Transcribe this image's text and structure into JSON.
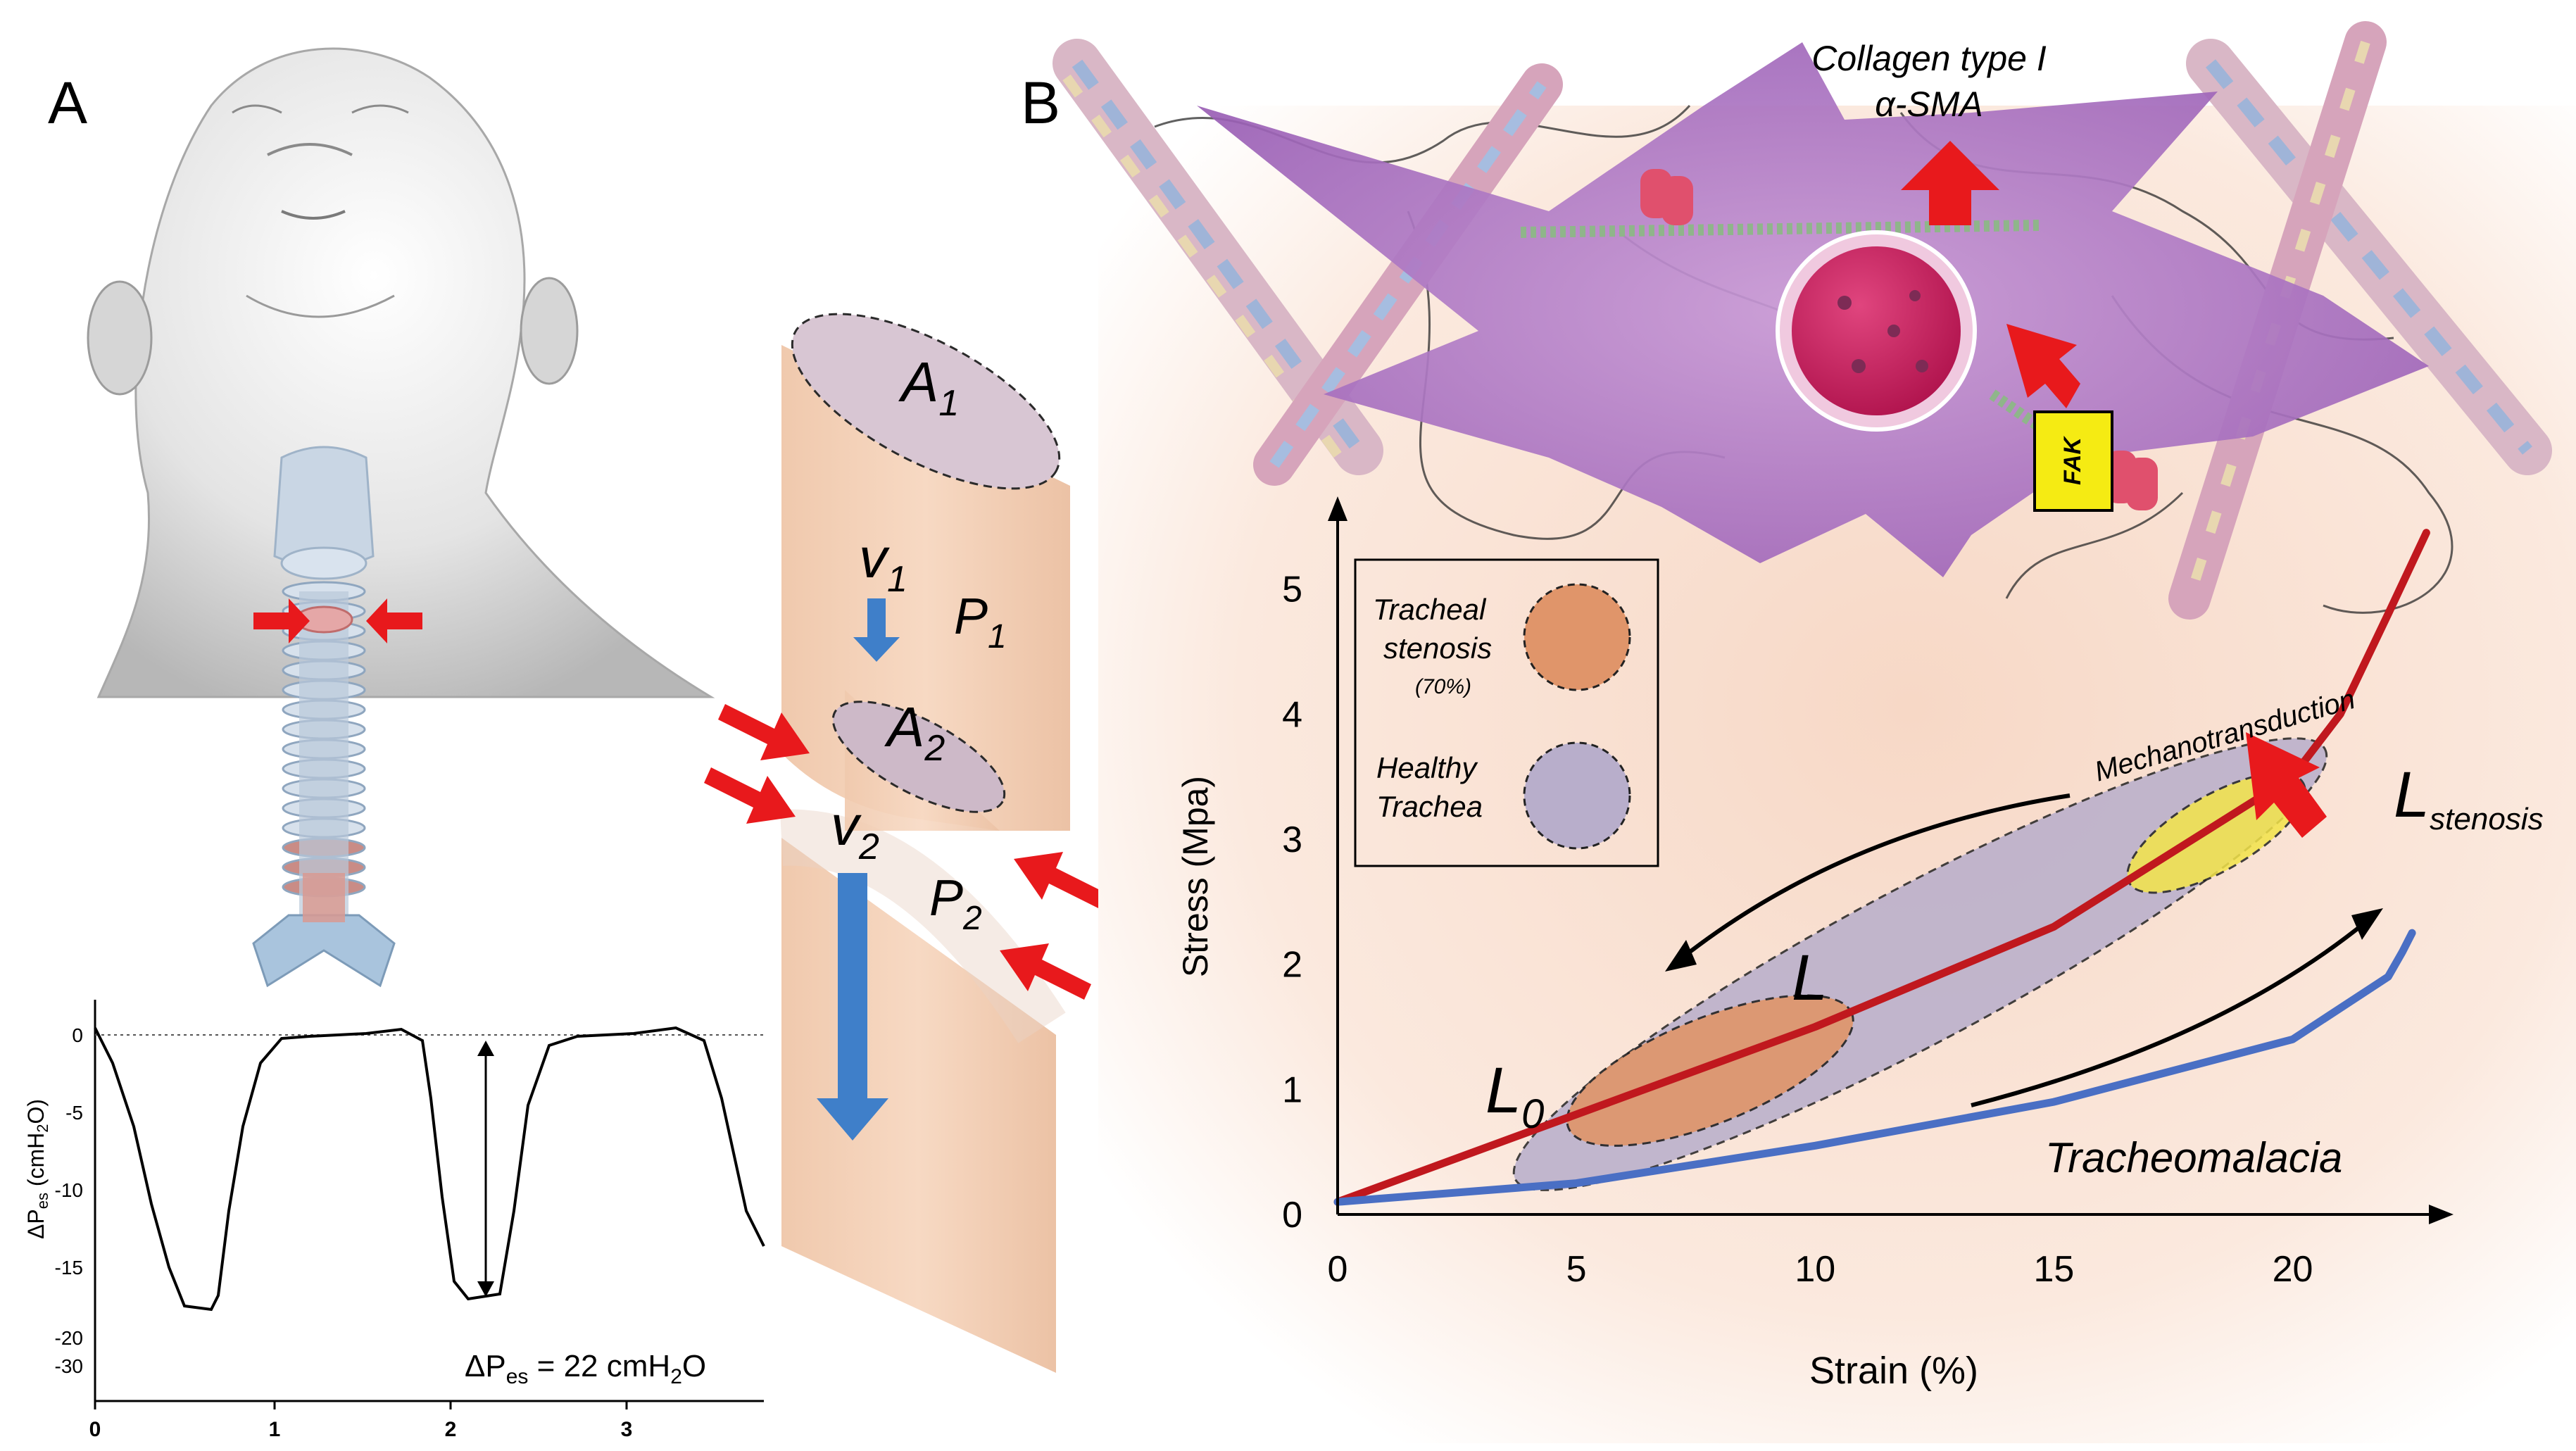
{
  "panel_a": {
    "label": "A",
    "tube": {
      "a1": "A",
      "a1_sub": "1",
      "v1": "v",
      "v1_sub": "1",
      "p1": "P",
      "p1_sub": "1",
      "a2": "A",
      "a2_sub": "2",
      "v2": "v",
      "v2_sub": "2",
      "p2": "P",
      "p2_sub": "2"
    },
    "pressure_plot": {
      "ylabel_main": "ΔP",
      "ylabel_sub": "es",
      "ylabel_unit": " (cmH",
      "ylabel_unit_sub": "2",
      "ylabel_close": "O)",
      "annotation_main": "ΔP",
      "annotation_sub": "es",
      "annotation_value": " = 22 cmH",
      "annotation_sub2": "2",
      "annotation_end": "O",
      "y_ticks": [
        "0",
        "-5",
        "-10",
        "-15",
        "-20",
        "-30"
      ],
      "x_ticks": [
        "0",
        "1",
        "2",
        "3"
      ]
    }
  },
  "panel_b": {
    "label": "B",
    "cell_labels": {
      "collagen_line1": "Collagen type I",
      "collagen_line2": "α-SMA",
      "fak": "FAK",
      "mechanotransduction": "Mechanotransduction"
    },
    "legend": {
      "stenosis_line1": "Tracheal",
      "stenosis_line2": "stenosis",
      "stenosis_line3": "(70%)",
      "healthy_line1": "Healthy",
      "healthy_line2": "Trachea"
    },
    "curve_labels": {
      "l0_main": "L",
      "l0_sub": "0",
      "l": "L",
      "lstenosis_main": "L",
      "lstenosis_sub": "stenosis",
      "tracheomalacia": "Tracheomalacia"
    },
    "chart_data": {
      "type": "line",
      "xlabel": "Strain (%)",
      "ylabel": "Stress (Mpa)",
      "xlim": [
        0,
        23
      ],
      "ylim": [
        0,
        5.6
      ],
      "x_ticks": [
        "0",
        "5",
        "10",
        "15",
        "20"
      ],
      "y_ticks": [
        "0",
        "1",
        "2",
        "3",
        "4",
        "5"
      ],
      "series": [
        {
          "color": "#c0181e",
          "x": [
            0,
            5,
            10,
            15,
            20,
            21,
            22,
            22.8
          ],
          "y": [
            0.1,
            0.8,
            1.5,
            2.3,
            3.5,
            4.0,
            4.8,
            5.45
          ]
        },
        {
          "color": "#4a6fc4",
          "x": [
            0,
            5,
            10,
            15,
            20,
            22,
            22.3,
            22.5
          ],
          "y": [
            0.1,
            0.25,
            0.55,
            0.9,
            1.4,
            1.9,
            2.1,
            2.25
          ]
        }
      ],
      "colors": {
        "healthy": "#b8aecb",
        "stenosis": "#e0956a",
        "lstenosis_region": "#f3e44a"
      }
    }
  }
}
